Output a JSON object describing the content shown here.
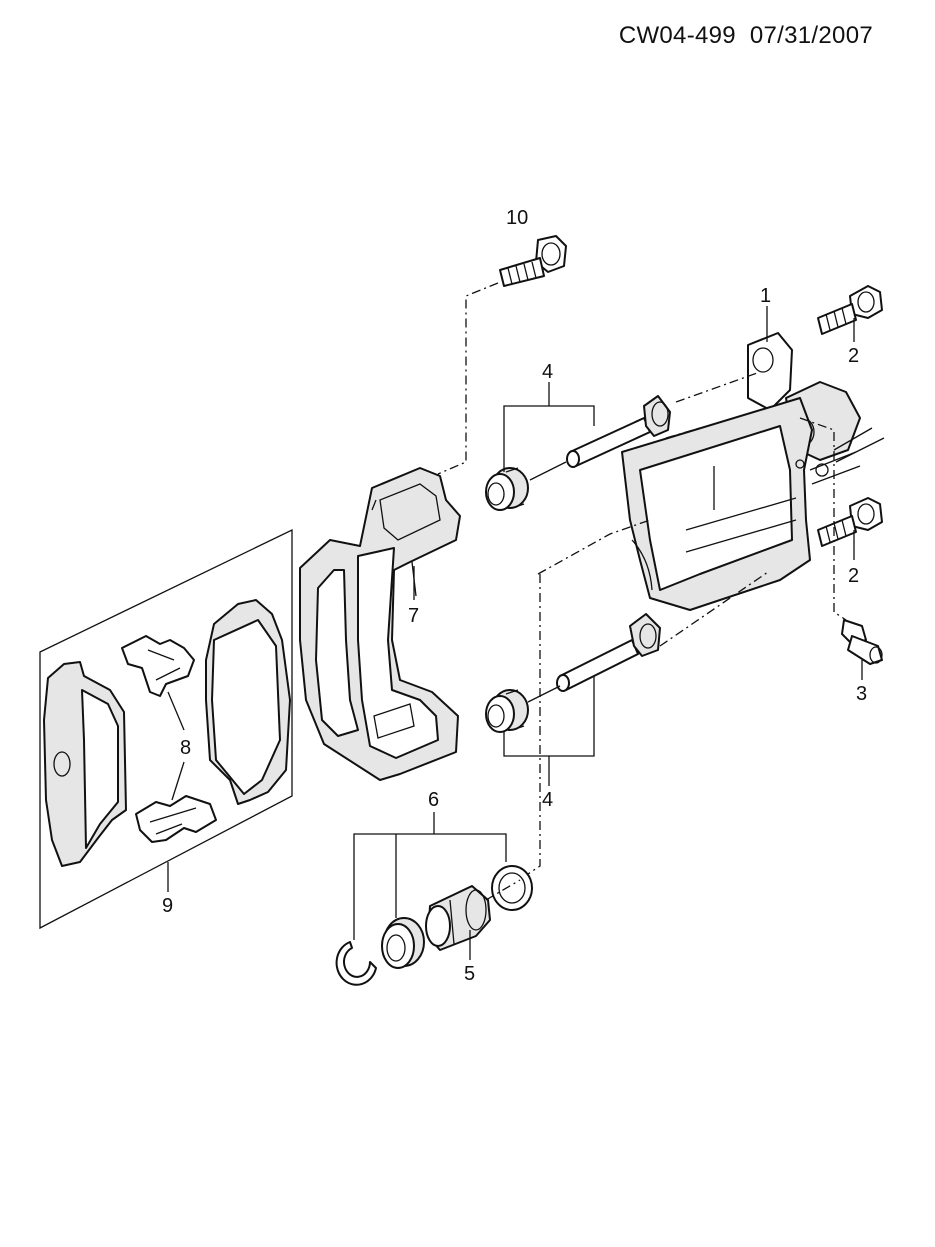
{
  "document_ref": "CW04-499  07/31/2007",
  "callouts": {
    "c1": "1",
    "c2a": "2",
    "c2b": "2",
    "c3": "3",
    "c4a": "4",
    "c4b": "4",
    "c5": "5",
    "c6": "6",
    "c7": "7",
    "c8": "8",
    "c9": "9",
    "c10": "10"
  }
}
